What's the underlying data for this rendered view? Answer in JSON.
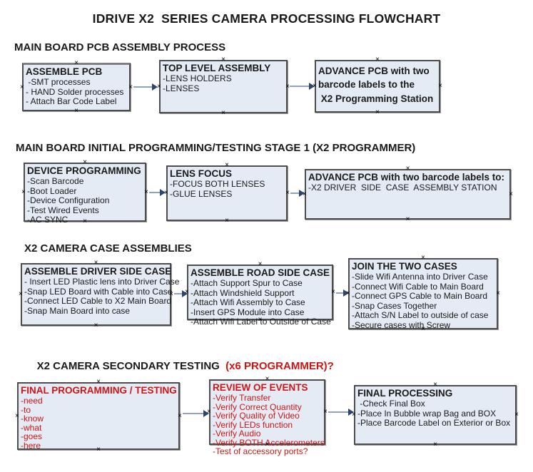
{
  "title": "IDRIVE X2  SERIES CAMERA PROCESSING FLOWCHART",
  "colors": {
    "box_fill": "#e4ebf5",
    "box_border": "#4d4d4d",
    "arrow_line": "#8da3c0",
    "arrow_head": "#2c4470",
    "accent_red": "#cc1616"
  },
  "sections": [
    {
      "heading": "MAIN BOARD PCB ASSEMBLY PROCESS",
      "boxes": [
        {
          "title": "ASSEMBLE PCB",
          "lines": [
            " -SMT processes",
            "- HAND Solder processes",
            "- Attach Bar Code Label"
          ]
        },
        {
          "title": "TOP LEVEL ASSEMBLY",
          "lines": [
            "-LENS HOLDERS",
            "-LENSES"
          ]
        },
        {
          "title": "ADVANCE PCB with two",
          "lines": [
            "barcode labels to the",
            " X2 Programming Station"
          ]
        }
      ]
    },
    {
      "heading": "MAIN BOARD INITIAL PROGRAMMING/TESTING STAGE 1 (X2 PROGRAMMER)",
      "boxes": [
        {
          "title": "DEVICE PROGRAMMING",
          "lines": [
            "-Scan Barcode",
            "-Boot Loader",
            "-Device Configuration",
            "-Test Wired Events",
            "-AC SYNC"
          ]
        },
        {
          "title": "LENS FOCUS",
          "lines": [
            "-FOCUS BOTH LENSES",
            "-GLUE LENSES"
          ]
        },
        {
          "title": "ADVANCE PCB with two barcode labels to:",
          "lines": [
            "-X2 DRIVER  SIDE  CASE  ASSEMBLY STATION"
          ]
        }
      ]
    },
    {
      "heading": "X2 CAMERA CASE ASSEMBLIES",
      "boxes": [
        {
          "title": "ASSEMBLE DRIVER SIDE CASE",
          "lines": [
            "- Insert LED Plastic lens into Driver Case",
            "-Snap LED Board with Cable into Case",
            "-Connect LED Cable to X2 Main Board",
            "-Snap Main Board into case"
          ]
        },
        {
          "title": "ASSEMBLE ROAD SIDE CASE",
          "lines": [
            "-Attach Support Spur to Case",
            "-Attach Windshield Support",
            "-Attach Wifi Assembly to Case",
            "-Insert GPS Module into Case",
            "-Attach Wifi Label to Outside of Case"
          ]
        },
        {
          "title": "JOIN THE TWO CASES",
          "lines": [
            "-Slide Wifi Antenna into Driver Case",
            "-Connect Wifi Cable to Main Board",
            "-Connect GPS Cable to Main Board",
            "-Snap Cases Together",
            "-Attach S/N Label to outside of case",
            "-Secure cases with Screw"
          ]
        }
      ]
    },
    {
      "heading": "X2 CAMERA SECONDARY TESTING",
      "heading_red": "  (x6 PROGRAMMER)?",
      "boxes": [
        {
          "title": "FINAL PROGRAMMING / TESTING",
          "lines": [
            "-need",
            "-to",
            "-know",
            "-what",
            "-goes",
            "-here"
          ]
        },
        {
          "title": "REVIEW OF EVENTS",
          "lines": [
            "-Verify Transfer",
            "-Verify Correct Quantity",
            "-Verify Quality of Video",
            "-Verify LEDs function",
            "-Verify Audio",
            "-Verify BOTH Accelerometers",
            "-Test of accessory ports?"
          ]
        },
        {
          "title": "FINAL PROCESSING",
          "lines": [
            " -Check Final Box",
            "-Place In Bubble wrap Bag and BOX",
            "-Place Barcode Label on Exterior or Box"
          ]
        }
      ]
    }
  ]
}
